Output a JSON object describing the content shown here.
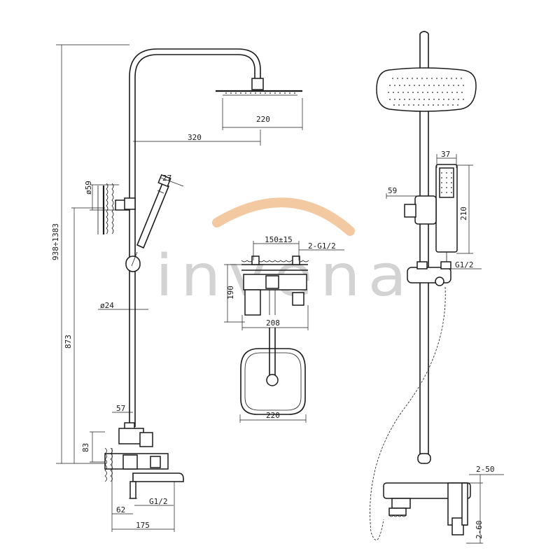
{
  "brand": {
    "watermark": "invena",
    "arc_color": "#f3c9a1",
    "text_color": "#d3d3d3"
  },
  "dimensions": {
    "total_height": "938÷1383",
    "lower_height": "873",
    "arm_length": "320",
    "head_width": "220",
    "mount_diameter": "ø59",
    "handset_diameter": "27",
    "bar_diameter": "ø24",
    "mixer_offset": "57",
    "mixer_height": "83",
    "mixer_inlet": "G1/2",
    "mixer_depth_small": "62",
    "mixer_depth": "175",
    "spacing": "150±15",
    "inlets": "2-G1/2",
    "body_height": "190",
    "body_width": "208",
    "tray_width": "220",
    "hand_shower_width": "37",
    "hand_shower_length": "210",
    "holder_offset": "59",
    "hose_connector": "G1/2",
    "pipe_a": "2-50",
    "pipe_b": "2-60"
  }
}
